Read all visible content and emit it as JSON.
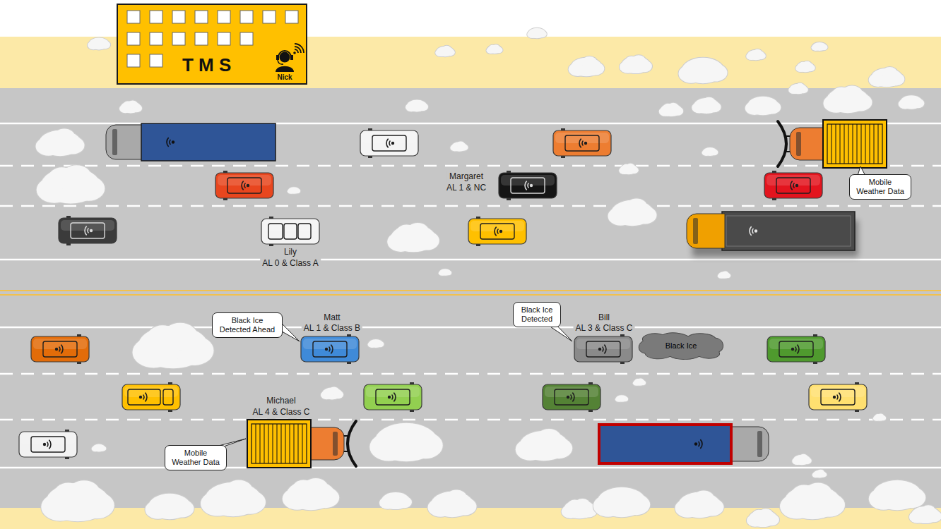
{
  "diagram": {
    "nodes": [
      {
        "text": [
          "T M S",
          "Nick"
        ]
      },
      {
        "text": [
          "Mobile Weather Data"
        ]
      },
      {
        "text": [
          "Black Ice Detected Ahead"
        ]
      },
      {
        "text": [
          "Black Ice Detected"
        ]
      },
      {
        "text": [
          "Black Ice"
        ]
      },
      {
        "text": [
          "Mobile Weather Data"
        ]
      }
    ],
    "labels": [
      "Margaret",
      "AL 1 & NC",
      "Lily",
      "AL 0 & Class A",
      "Matt",
      "AL 1 & Class B",
      "Bill",
      "AL 3 & Class C",
      "Michael",
      "AL 4 & Class C"
    ]
  }
}
